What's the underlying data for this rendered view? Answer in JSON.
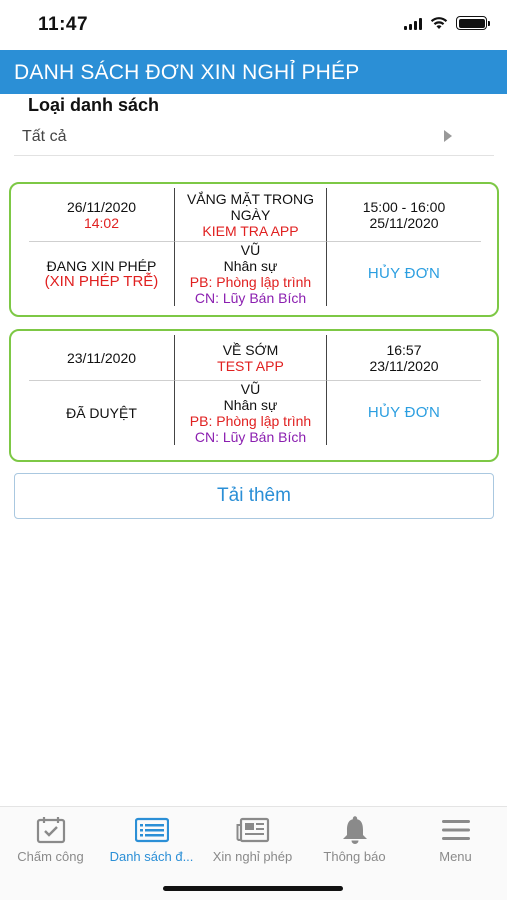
{
  "status_bar": {
    "time": "11:47"
  },
  "header": {
    "title": "DANH SÁCH ĐƠN XIN NGHỈ PHÉP"
  },
  "filter": {
    "label": "Loại danh sách",
    "value": "Tất cả"
  },
  "requests": [
    {
      "created_date": "26/11/2020",
      "created_time": "14:02",
      "type": "VẮNG MẶT TRONG NGÀY",
      "reason": "KIEM TRA APP",
      "time_range": "15:00 - 16:00",
      "leave_date": "25/11/2020",
      "status": "ĐANG XIN PHÉP",
      "status_note": "(XIN PHÉP TRỄ)",
      "employee": "VŨ",
      "department": "",
      "pb": "PB: Phòng lập trình",
      "cn": "CN: Lũy Bán Bích",
      "action": "HỦY ĐƠN"
    },
    {
      "created_date": "23/11/2020",
      "created_time": "",
      "type": "VỀ SỚM",
      "reason": "TEST APP",
      "time_range": "16:57",
      "leave_date": "23/11/2020",
      "status": "ĐÃ DUYỆT",
      "status_note": "",
      "employee": "VŨ",
      "department": "Nhân sự",
      "pb": "PB: Phòng lập trình",
      "cn": "CN: Lũy Bán Bích",
      "action": "HỦY ĐƠN"
    }
  ],
  "card1_department": "Nhân sự",
  "load_more": "Tải thêm",
  "tabs": [
    {
      "label": "Chấm công",
      "icon": "calendar-check-icon"
    },
    {
      "label": "Danh sách đ...",
      "icon": "list-icon"
    },
    {
      "label": "Xin nghỉ phép",
      "icon": "newspaper-icon"
    },
    {
      "label": "Thông báo",
      "icon": "bell-icon"
    },
    {
      "label": "Menu",
      "icon": "hamburger-icon"
    }
  ],
  "colors": {
    "primary": "#2b8fd6",
    "card_border": "#7dc845",
    "alert": "#e02020",
    "branch": "#8b1fb0",
    "link": "#2b9ee0"
  }
}
